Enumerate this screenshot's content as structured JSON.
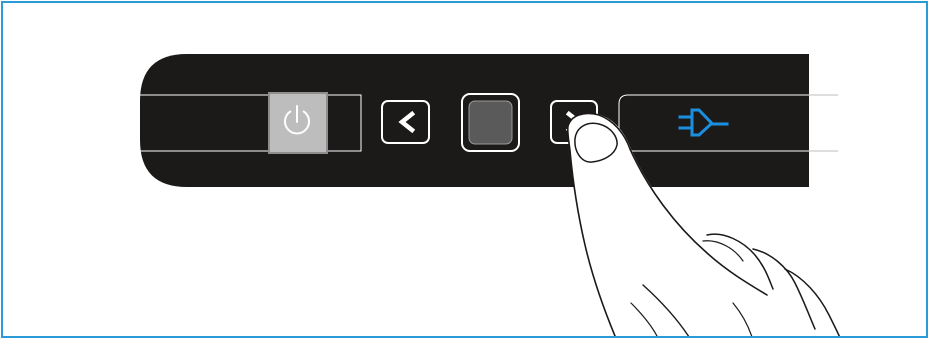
{
  "illustration": {
    "panel_color": "#1c1919",
    "frame_color": "#2b9bd7",
    "line_color": "#ffffff",
    "buttons": [
      {
        "name": "power-button",
        "icon": "power-icon",
        "state": "pressed",
        "fill": "#bdbdbd"
      },
      {
        "name": "previous-button",
        "icon": "chevron-left-icon"
      },
      {
        "name": "select-button",
        "icon": "square-icon",
        "fill": "#5a5a5a"
      },
      {
        "name": "next-button",
        "icon": "chevron-right-icon"
      }
    ],
    "indicator": {
      "name": "ac-power-indicator",
      "icon": "power-plug-icon",
      "color": "#1a8fe0"
    },
    "hand": {
      "name": "pointing-finger",
      "touching": "next-button"
    }
  }
}
